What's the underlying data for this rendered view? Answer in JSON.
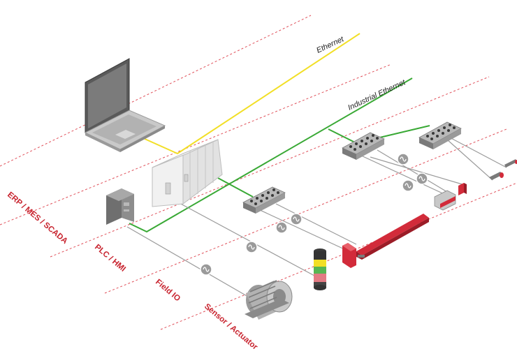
{
  "colors": {
    "level_line": "#e0505a",
    "level_text": "#c8242f",
    "ethernet": "#f2df26",
    "industrial_ethernet": "#39a935",
    "cable": "#9a9a9a",
    "device_light": "#eeeeee",
    "device_mid": "#c8c8c8",
    "device_dark": "#8f8f8f",
    "sensor_red": "#d22b3a"
  },
  "levels": [
    {
      "label": "ERP / MES / SCADA"
    },
    {
      "label": "PLC / HMI"
    },
    {
      "label": "Field IO"
    },
    {
      "label": "Sensor / Actuator"
    }
  ],
  "networks": {
    "ethernet": "Ethernet",
    "industrial_ethernet": "Industrial Ethernet"
  },
  "icons": {
    "converter": "sine-wave-icon",
    "laptop": "laptop-icon",
    "plc": "plc-rack-icon",
    "hmi": "control-cabinet-icon",
    "io_module": "io-block-icon",
    "light_curtain": "light-curtain-icon",
    "stack_light": "signal-tower-icon",
    "motor": "motor-icon",
    "sensor": "proximity-sensor-icon"
  }
}
